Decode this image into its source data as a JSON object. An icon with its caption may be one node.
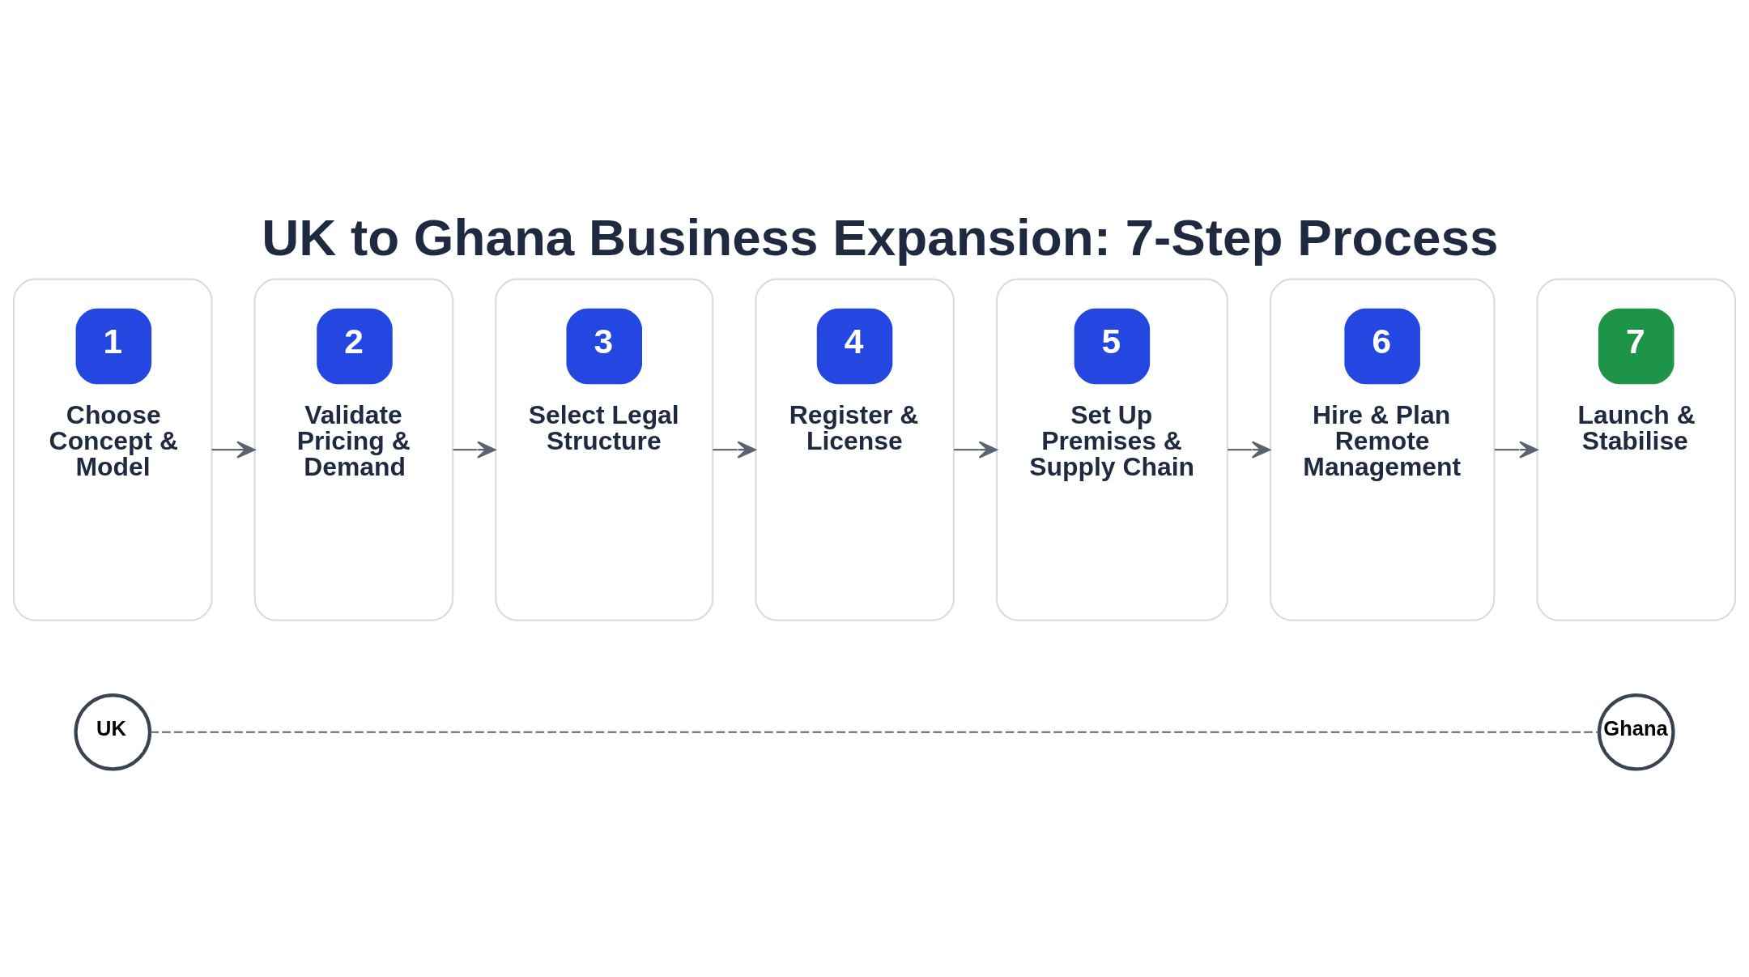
{
  "diagram": {
    "title": "UK to Ghana Business Expansion: 7-Step Process",
    "nodes": [
      {
        "text": [
          "1",
          "Choose Concept & Model"
        ]
      },
      {
        "text": [
          "2",
          "Validate Pricing & Demand"
        ]
      },
      {
        "text": [
          "3",
          "Select Legal Structure"
        ]
      },
      {
        "text": [
          "4",
          "Register & License"
        ]
      },
      {
        "text": [
          "5",
          "Set Up Premises & Supply Chain"
        ]
      },
      {
        "text": [
          "6",
          "Hire & Plan Remote Management"
        ]
      },
      {
        "text": [
          "7",
          "Launch & Stabilise"
        ]
      },
      {
        "text": [
          "UK"
        ]
      },
      {
        "text": [
          "Ghana"
        ]
      }
    ],
    "edges": [
      {
        "from": 0,
        "to": 1,
        "arrow": "to"
      },
      {
        "from": 1,
        "to": 2,
        "arrow": "to"
      },
      {
        "from": 2,
        "to": 3,
        "arrow": "to"
      },
      {
        "from": 3,
        "to": 4,
        "arrow": "to"
      },
      {
        "from": 4,
        "to": 5,
        "arrow": "to"
      },
      {
        "from": 5,
        "to": 6,
        "arrow": "to"
      },
      {
        "from": 7,
        "to": 8,
        "arrow": "none",
        "style": "dashed"
      }
    ]
  }
}
